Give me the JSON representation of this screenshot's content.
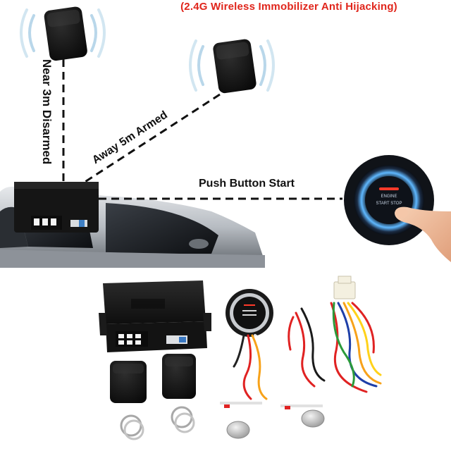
{
  "banner": {
    "title": "(2.4G Wireless Immobilizer Anti Hijacking)"
  },
  "diagram": {
    "label_near": "Near 3m Disarmed",
    "label_away": "Away 5m Armed",
    "label_push": "Push Button Start",
    "button_text_top": "ENGINE",
    "button_text_bottom": "START STOP"
  },
  "colors": {
    "title": "#e0251b",
    "device": "#151515",
    "signal": "#7fb6d8",
    "button_ring": "#5fb8ff",
    "button_light": "#ff3a2a"
  }
}
